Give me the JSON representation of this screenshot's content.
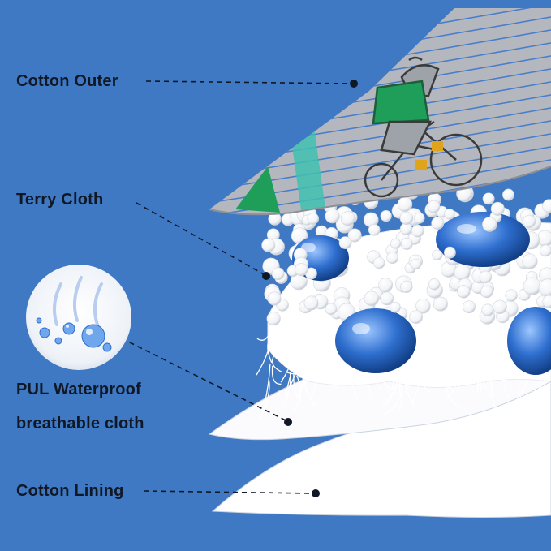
{
  "labels": {
    "cotton_outer": "Cotton Outer",
    "terry_cloth": "Terry Cloth",
    "pul_line1": "PUL Waterproof",
    "pul_line2": "breathable cloth",
    "cotton_lining": "Cotton Lining"
  },
  "colors": {
    "background": "#3f79c3",
    "outer_fabric": "#b4b8be",
    "stripe": "#2f6fcf",
    "terry": "#ffffff",
    "droplet": "#2f6fcf",
    "label_text": "#101826"
  }
}
